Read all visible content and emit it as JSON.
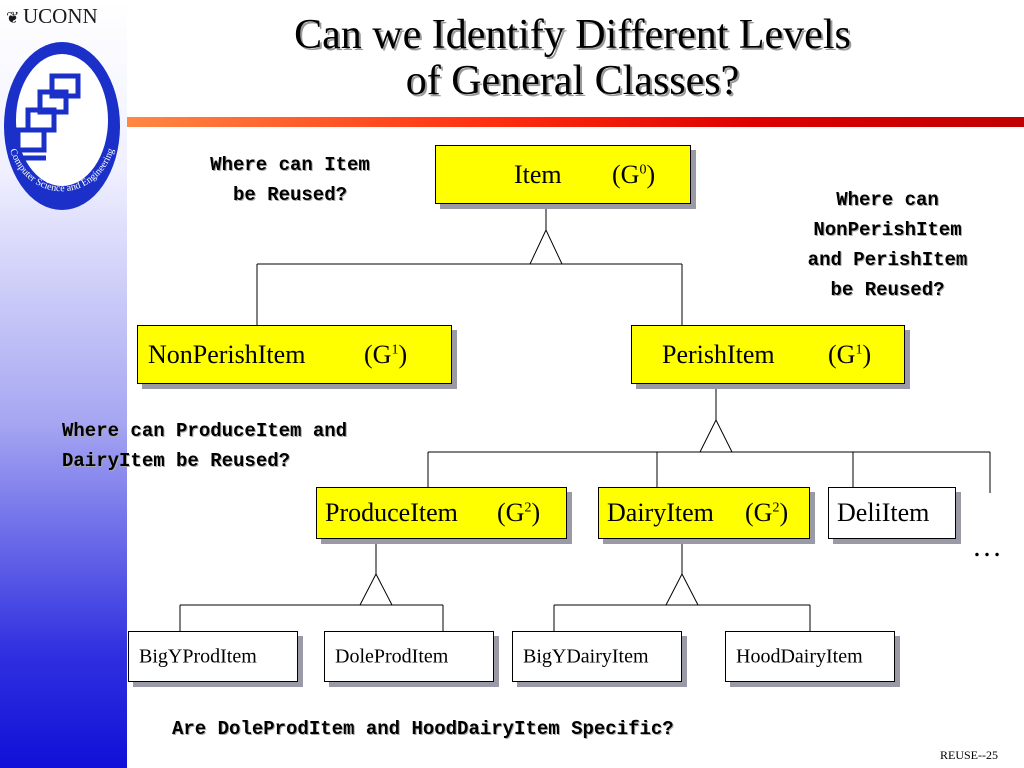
{
  "logo": {
    "text": "UCONN",
    "seal_text": "Computer Science and Engineering"
  },
  "slide": {
    "title_line1": "Can we Identify Different Levels",
    "title_line2": "of General Classes?",
    "footer": "REUSE--25",
    "ellipsis": "…"
  },
  "questions": {
    "item_line1": "Where can Item",
    "item_line2": "be Reused?",
    "perish_line1": "Where can",
    "perish_line2": "NonPerishItem",
    "perish_line3": "and PerishItem",
    "perish_line4": "be Reused?",
    "produce_line1": "Where can ProduceItem and",
    "produce_line2": "DairyItem be Reused?",
    "specific": "Are DoleProdItem and HoodDairyItem Specific?"
  },
  "classes": {
    "item": {
      "name": "Item",
      "gen": "G",
      "level": "0"
    },
    "nonperish": {
      "name": "NonPerishItem",
      "gen": "G",
      "level": "1"
    },
    "perish": {
      "name": "PerishItem",
      "gen": "G",
      "level": "1"
    },
    "produce": {
      "name": "ProduceItem",
      "gen": "G",
      "level": "2"
    },
    "dairy": {
      "name": "DairyItem",
      "gen": "G",
      "level": "2"
    },
    "deli": {
      "name": "DeliItem"
    },
    "bigyprod": {
      "name": "BigYProdItem"
    },
    "doleprod": {
      "name": "DoleProdItem"
    },
    "bigydairy": {
      "name": "BigYDairyItem"
    },
    "hooddairy": {
      "name": "HoodDairyItem"
    }
  },
  "colors": {
    "class_box": "#ffff00",
    "leaf_box": "#ffffff",
    "accent_bar": "#dd0000"
  }
}
